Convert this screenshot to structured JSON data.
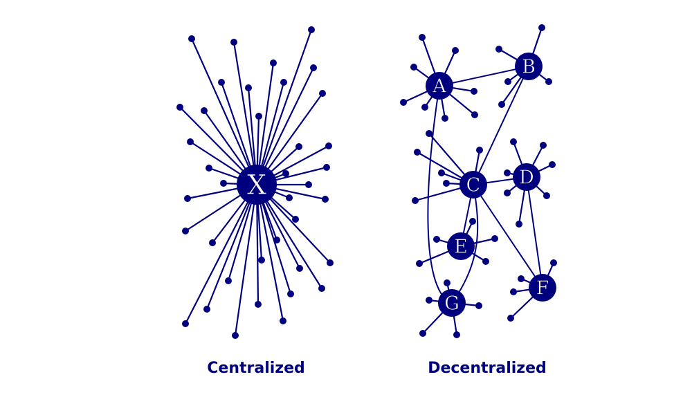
{
  "colors": {
    "network": "#00007f",
    "background": "#ffffff"
  },
  "centralized": {
    "caption": "Centralized",
    "hub": {
      "label": "X"
    }
  },
  "decentralized": {
    "caption": "Decentralized",
    "hubs": [
      {
        "id": "A",
        "label": "A"
      },
      {
        "id": "B",
        "label": "B"
      },
      {
        "id": "C",
        "label": "C"
      },
      {
        "id": "D",
        "label": "D"
      },
      {
        "id": "E",
        "label": "E"
      },
      {
        "id": "F",
        "label": "F"
      },
      {
        "id": "G",
        "label": "G"
      }
    ],
    "links": [
      [
        "A",
        "B"
      ],
      [
        "B",
        "C"
      ],
      [
        "C",
        "D"
      ],
      [
        "C",
        "E"
      ],
      [
        "C",
        "F"
      ],
      [
        "D",
        "F"
      ],
      [
        "C",
        "G"
      ],
      [
        "A",
        "G"
      ]
    ]
  }
}
